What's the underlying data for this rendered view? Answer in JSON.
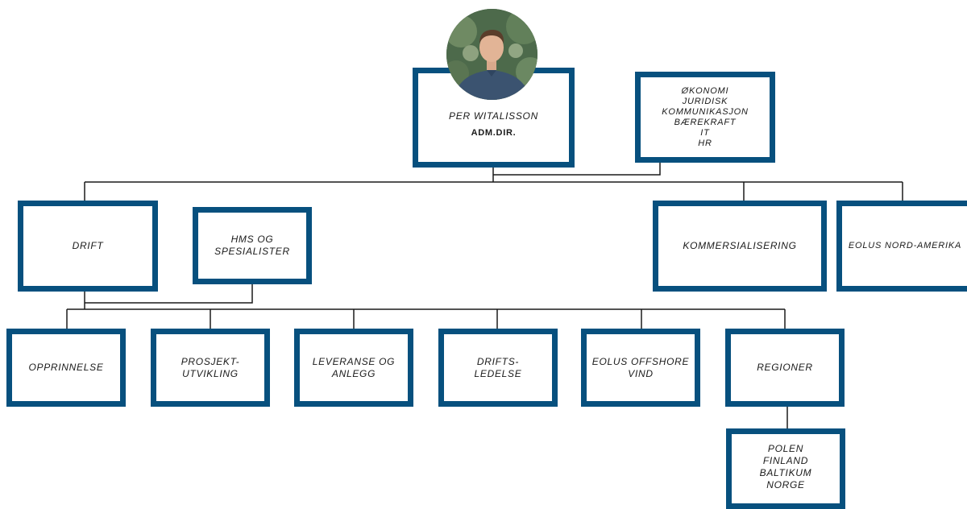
{
  "ceo": {
    "name": "PER WITALISSON",
    "title": "ADM.DIR."
  },
  "staff": [
    "ØKONOMI",
    "JURIDISK",
    "KOMMUNIKASJON",
    "BÆREKRAFT",
    "IT",
    "HR"
  ],
  "level2": {
    "drift": "DRIFT",
    "hms": [
      "HMS OG",
      "SPESIALISTER"
    ],
    "kommersialisering": "KOMMERSIALISERING",
    "eolus_na": "EOLUS NORD-AMERIKA"
  },
  "level3": {
    "opprinnelse": "OPPRINNELSE",
    "prosjekt": [
      "PROSJEKT-",
      "UTVIKLING"
    ],
    "leveranse": [
      "LEVERANSE OG",
      "ANLEGG"
    ],
    "drifts": [
      "DRIFTS-",
      "LEDELSE"
    ],
    "offshore": [
      "EOLUS OFFSHORE",
      "VIND"
    ],
    "regioner": "REGIONER"
  },
  "regions": [
    "POLEN",
    "FINLAND",
    "BALTIKUM",
    "NORGE"
  ],
  "colors": {
    "box_border": "#07507e",
    "connector": "#1a1a1a"
  },
  "icons": {
    "ceo_photo": "person-photo"
  }
}
